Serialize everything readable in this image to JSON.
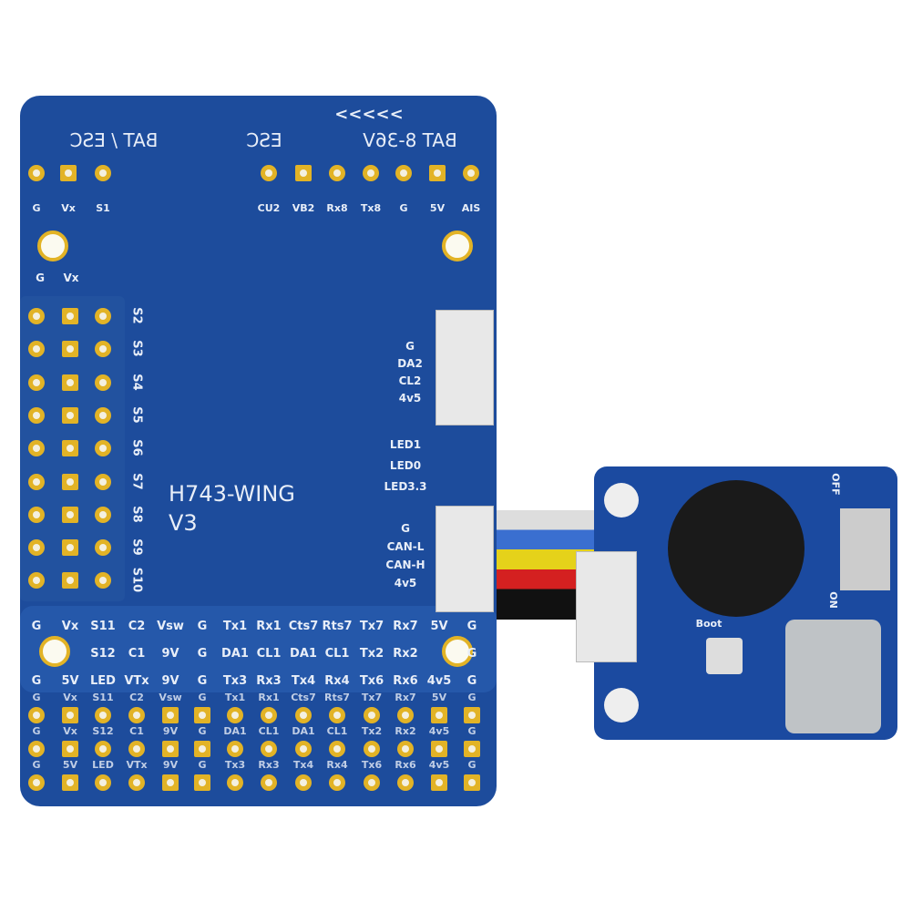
{
  "board": {
    "title": "H743-WING",
    "version": "V3",
    "top_labels": {
      "bat_esc": "BAT / ESC",
      "esc": "ESC",
      "bat": "BAT 8-36V",
      "arrows": "<<<<<"
    },
    "top_pads_left": [
      "G",
      "Vx",
      "S1"
    ],
    "top_pads_right": [
      "CU2",
      "VB2",
      "Rx8",
      "Tx8",
      "G",
      "5V",
      "AIS"
    ],
    "mount_label": [
      "G",
      "Vx"
    ],
    "servo_rows": [
      "S2",
      "S3",
      "S4",
      "S5",
      "S6",
      "S7",
      "S8",
      "S9",
      "S10"
    ],
    "i2c_labels": [
      "G",
      "DA2",
      "CL2",
      "4v5"
    ],
    "led_labels": [
      "LED1",
      "LED0",
      "LED3.3"
    ],
    "can_labels": [
      "G",
      "CAN-L",
      "CAN-H",
      "4v5"
    ],
    "bottom_rows": [
      [
        "G",
        "Vx",
        "S11",
        "C2",
        "Vsw",
        "G",
        "Tx1",
        "Rx1",
        "Cts7",
        "Rts7",
        "Tx7",
        "Rx7",
        "5V",
        "G"
      ],
      [
        "G",
        "Vx",
        "S12",
        "C1",
        "9V",
        "G",
        "DA1",
        "CL1",
        "DA1",
        "CL1",
        "Tx2",
        "Rx2",
        "4v5",
        "G"
      ],
      [
        "G",
        "5V",
        "LED",
        "VTx",
        "9V",
        "G",
        "Tx3",
        "Rx3",
        "Tx4",
        "Rx4",
        "Tx6",
        "Rx6",
        "4v5",
        "G"
      ]
    ]
  },
  "module": {
    "boot": "Boot",
    "off": "OFF",
    "on": "ON"
  },
  "colors": {
    "pcb": "#1d4c9c",
    "gold": "#e2b326"
  }
}
